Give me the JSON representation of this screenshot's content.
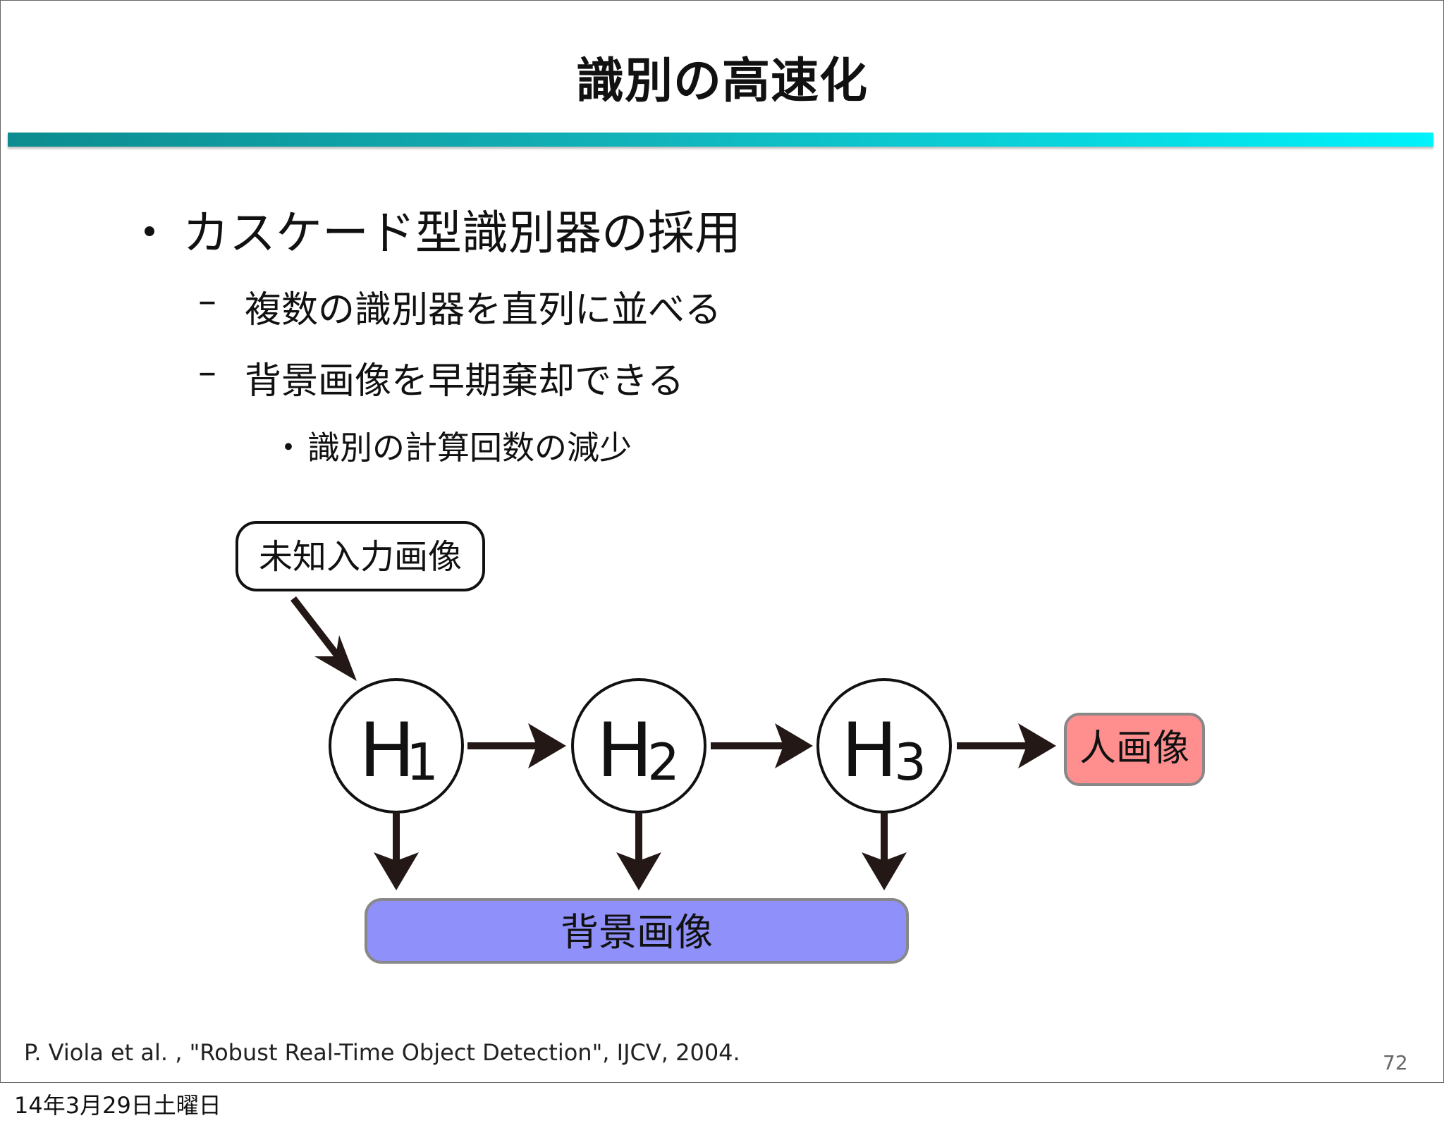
{
  "slide": {
    "title": "識別の高速化",
    "bullets": [
      {
        "mark": "・",
        "text": "カスケード型識別器の採用"
      },
      {
        "mark": "–",
        "text": "複数の識別器を直列に並べる"
      },
      {
        "mark": "–",
        "text": "背景画像を早期棄却できる"
      },
      {
        "mark": "・",
        "text": "識別の計算回数の減少"
      }
    ],
    "citation": "P. Viola et al. , \"Robust Real-Time Object Detection\", IJCV, 2004.",
    "page_number": "72"
  },
  "footer": {
    "date": "14年3月29日土曜日"
  },
  "diagram": {
    "input_label": "未知入力画像",
    "classifiers": [
      {
        "letter": "H",
        "index": "1"
      },
      {
        "letter": "H",
        "index": "2"
      },
      {
        "letter": "H",
        "index": "3"
      }
    ],
    "positive_label": "人画像",
    "negative_label": "背景画像",
    "colors": {
      "positive_fill": "#ff8f8f",
      "negative_fill": "#9090fa",
      "title_bar_start": "#0c8c8f",
      "title_bar_end": "#00f2fb"
    }
  }
}
